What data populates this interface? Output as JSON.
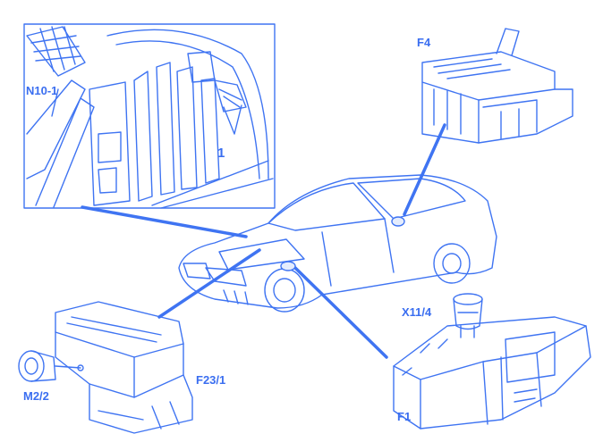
{
  "title": "Fuse and relay box locations",
  "labels": {
    "n10_1": "N10-1",
    "inset_1": "1",
    "f4": "F4",
    "x11_4": "X11/4",
    "f23_1": "F23/1",
    "m2_2": "M2/2",
    "f1": "F1"
  },
  "colors": {
    "line": "#3f74f2",
    "background": "#ffffff"
  }
}
